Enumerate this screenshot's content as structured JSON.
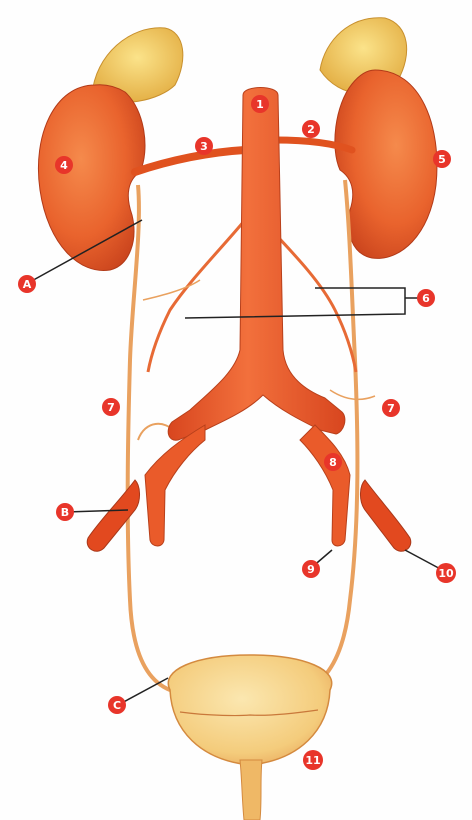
{
  "diagram": {
    "markers": [
      {
        "id": "m1",
        "label": "1"
      },
      {
        "id": "m2",
        "label": "2"
      },
      {
        "id": "m3",
        "label": "3"
      },
      {
        "id": "m4",
        "label": "4"
      },
      {
        "id": "m5",
        "label": "5"
      },
      {
        "id": "m6",
        "label": "6"
      },
      {
        "id": "m7l",
        "label": "7"
      },
      {
        "id": "m7r",
        "label": "7"
      },
      {
        "id": "m8",
        "label": "8"
      },
      {
        "id": "m9",
        "label": "9"
      },
      {
        "id": "m10",
        "label": "10"
      },
      {
        "id": "m11",
        "label": "11"
      },
      {
        "id": "mA",
        "label": "A"
      },
      {
        "id": "mB",
        "label": "B"
      },
      {
        "id": "mC",
        "label": "C"
      }
    ]
  },
  "colors": {
    "marker": "#e8352a",
    "artery": "#ec5a2c",
    "kidney": "#e9632d",
    "adrenal": "#f1c24f",
    "ureter": "#e9a15f",
    "bladder": "#f5d08a",
    "leader": "#222222"
  }
}
